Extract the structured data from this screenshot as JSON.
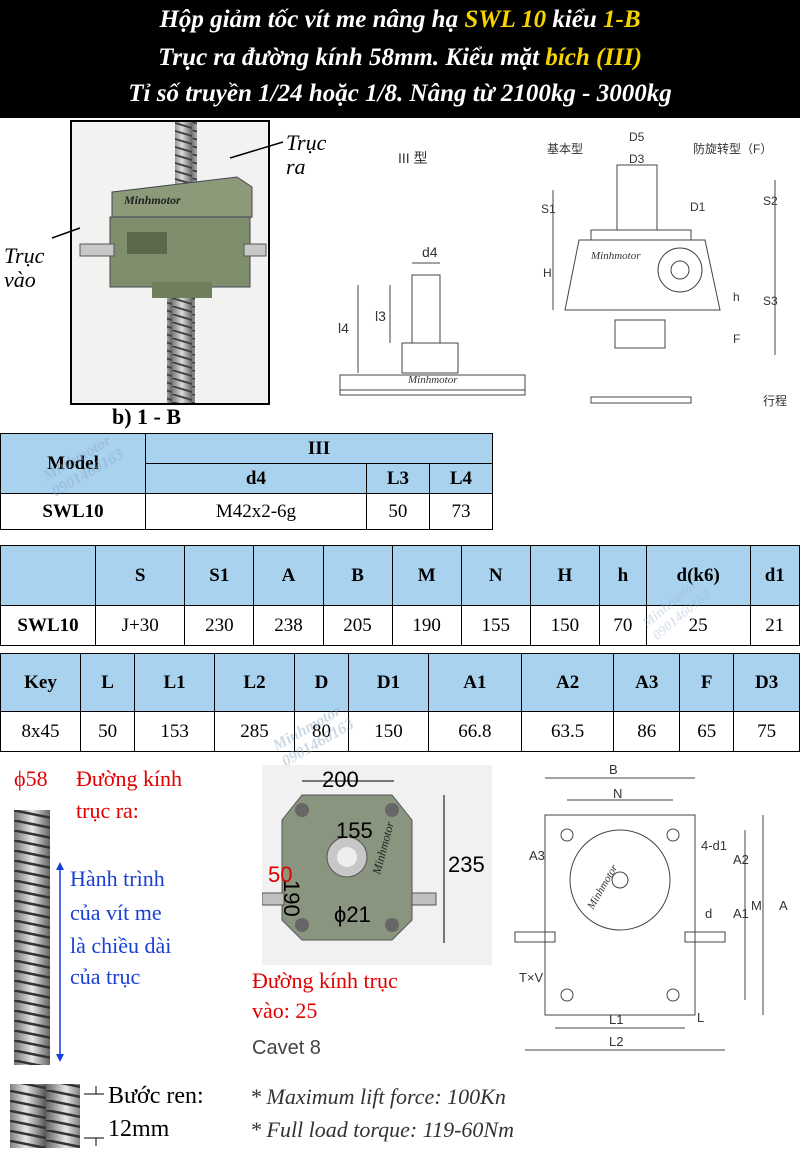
{
  "header": {
    "line1_pre": "Hộp giảm tốc vít me nâng hạ ",
    "line1_hl1": "SWL 10",
    "line1_mid": " kiểu ",
    "line1_hl2": "1-B",
    "line2_pre": "Trục ra đường kính 58mm. Kiểu mặt ",
    "line2_hl": "bích (III)",
    "line3": "Tỉ số truyền 1/24 hoặc 1/8. Nâng từ 2100kg - 3000kg"
  },
  "photo": {
    "brand": "Minhmotor",
    "label_out_1": "Trục",
    "label_out_2": "ra",
    "label_in_1": "Trục",
    "label_in_2": "vào",
    "caption": "b) 1 - B"
  },
  "drawing_flange": {
    "title": "III 型",
    "d4": "d4",
    "l3": "l3",
    "l4": "l4",
    "brand": "Minhmotor"
  },
  "drawing_side": {
    "basic": "基本型",
    "anti": "防旋转型（F）",
    "D5": "D5",
    "D3": "D3",
    "D1": "D1",
    "S1": "S1",
    "S2": "S2",
    "S3": "S3",
    "H": "H",
    "h": "h",
    "F": "F",
    "stroke": "行程",
    "brand": "Minhmotor"
  },
  "table1": {
    "model_header": "Model",
    "group_header": "III",
    "cols": [
      "d4",
      "L3",
      "L4"
    ],
    "row": [
      "SWL10",
      "M42x2-6g",
      "50",
      "73"
    ]
  },
  "table2": {
    "cols": [
      "",
      "S",
      "S1",
      "A",
      "B",
      "M",
      "N",
      "H",
      "h",
      "d(k6)",
      "d1"
    ],
    "row": [
      "SWL10",
      "J+30",
      "230",
      "238",
      "205",
      "190",
      "155",
      "150",
      "70",
      "25",
      "21"
    ]
  },
  "table3": {
    "cols": [
      "Key",
      "L",
      "L1",
      "L2",
      "D",
      "D1",
      "A1",
      "A2",
      "A3",
      "F",
      "D3"
    ],
    "row": [
      "8x45",
      "50",
      "153",
      "285",
      "80",
      "150",
      "66.8",
      "63.5",
      "86",
      "65",
      "75"
    ]
  },
  "watermarks": {
    "brand": "Minhmotor",
    "phone": "0901460163"
  },
  "screw": {
    "dia": "ϕ58",
    "red1": "Đường kính",
    "red2": "trục ra:",
    "blue1": "Hành trình",
    "blue2": "của vít me",
    "blue3": "là chiều dài",
    "blue4": "của trục",
    "pitch_label": "Bước ren:",
    "pitch_value": "12mm"
  },
  "top_photo": {
    "w200": "200",
    "d155": "155",
    "h235": "235",
    "k50": "50",
    "v190": "190",
    "phi21": "ϕ21",
    "brand": "Minhmotor",
    "in_dia_1": "Đường kính trục",
    "in_dia_2": "vào: 25",
    "cavet": "Cavet 8"
  },
  "drawing_top": {
    "B": "B",
    "N": "N",
    "A": "A",
    "M": "M",
    "A1": "A1",
    "A2": "A2",
    "A3": "A3",
    "d1": "4-d1",
    "d": "d",
    "TxV": "T×V",
    "L": "L",
    "L1": "L1",
    "L2": "L2",
    "brand": "Minhmotor"
  },
  "specs": {
    "lift": "* Maximum lift force: 100Kn",
    "torque": "* Full load torque: 119-60Nm"
  },
  "colors": {
    "header_bg": "#000000",
    "highlight": "#f5d400",
    "table_header": "#a9d2ef",
    "red": "#e00000",
    "blue": "#1a3fd6"
  }
}
